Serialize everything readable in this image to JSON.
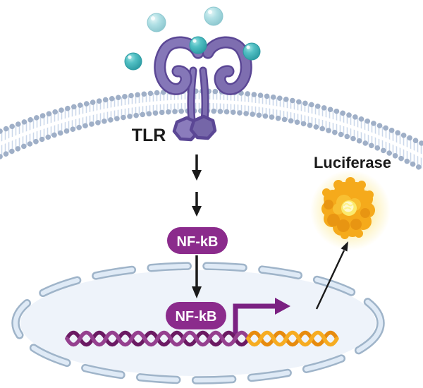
{
  "diagram": {
    "kind": "signaling-pathway-figure",
    "labels": {
      "receptor": "TLR",
      "transcription_factor": "NF-kB",
      "transcription_factor_nuclear": "NF-kB",
      "reporter": "Luciferase"
    },
    "colors": {
      "nfkb_badge": "#8B2B8C",
      "receptor_fill": "#8577B8",
      "receptor_outline": "#5B4795",
      "membrane_heads": "#9FAFC7",
      "membrane_tails": "#CBD8EB",
      "ligand_teal_dark": "#49B9BF",
      "ligand_teal_light": "#A9DBE0",
      "nucleus_fill": "#EEF3FA",
      "nucleus_border": "#9FB4C9",
      "dna_purple_dark": "#6B1A63",
      "dna_purple_light": "#95408F",
      "dna_orange_dark": "#E78B0E",
      "dna_orange_light": "#F6AC22",
      "transcription_arrow": "#7B2182",
      "signal_arrow": "#1A1A1A",
      "luciferase_body": "#F5AA1B",
      "luciferase_glow": "#FBE67F"
    }
  }
}
